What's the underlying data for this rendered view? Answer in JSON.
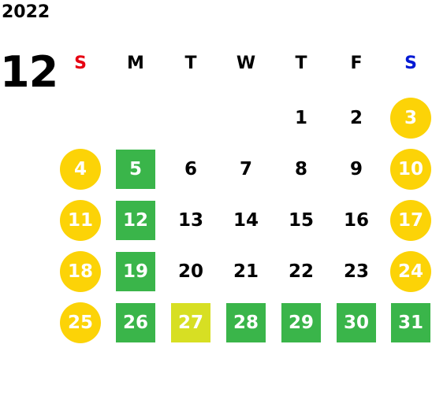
{
  "calendar": {
    "year": "2022",
    "month": "12",
    "weekdays": [
      {
        "label": "S",
        "color": "#e60012"
      },
      {
        "label": "M",
        "color": "#000000"
      },
      {
        "label": "T",
        "color": "#000000"
      },
      {
        "label": "W",
        "color": "#000000"
      },
      {
        "label": "T",
        "color": "#000000"
      },
      {
        "label": "F",
        "color": "#000000"
      },
      {
        "label": "S",
        "color": "#0019d4"
      }
    ],
    "highlight_colors": {
      "circle": "#fcd307",
      "green": "#3ab54a",
      "lime": "#d7df23"
    },
    "weeks": [
      [
        {
          "day": "",
          "style": "plain"
        },
        {
          "day": "",
          "style": "plain"
        },
        {
          "day": "",
          "style": "plain"
        },
        {
          "day": "",
          "style": "plain"
        },
        {
          "day": "1",
          "style": "plain"
        },
        {
          "day": "2",
          "style": "plain"
        },
        {
          "day": "3",
          "style": "circle"
        }
      ],
      [
        {
          "day": "4",
          "style": "circle"
        },
        {
          "day": "5",
          "style": "green"
        },
        {
          "day": "6",
          "style": "plain"
        },
        {
          "day": "7",
          "style": "plain"
        },
        {
          "day": "8",
          "style": "plain"
        },
        {
          "day": "9",
          "style": "plain"
        },
        {
          "day": "10",
          "style": "circle"
        }
      ],
      [
        {
          "day": "11",
          "style": "circle"
        },
        {
          "day": "12",
          "style": "green"
        },
        {
          "day": "13",
          "style": "plain"
        },
        {
          "day": "14",
          "style": "plain"
        },
        {
          "day": "15",
          "style": "plain"
        },
        {
          "day": "16",
          "style": "plain"
        },
        {
          "day": "17",
          "style": "circle"
        }
      ],
      [
        {
          "day": "18",
          "style": "circle"
        },
        {
          "day": "19",
          "style": "green"
        },
        {
          "day": "20",
          "style": "plain"
        },
        {
          "day": "21",
          "style": "plain"
        },
        {
          "day": "22",
          "style": "plain"
        },
        {
          "day": "23",
          "style": "plain"
        },
        {
          "day": "24",
          "style": "circle"
        }
      ],
      [
        {
          "day": "25",
          "style": "circle"
        },
        {
          "day": "26",
          "style": "green"
        },
        {
          "day": "27",
          "style": "lime"
        },
        {
          "day": "28",
          "style": "green"
        },
        {
          "day": "29",
          "style": "green"
        },
        {
          "day": "30",
          "style": "green"
        },
        {
          "day": "31",
          "style": "green"
        }
      ]
    ]
  }
}
